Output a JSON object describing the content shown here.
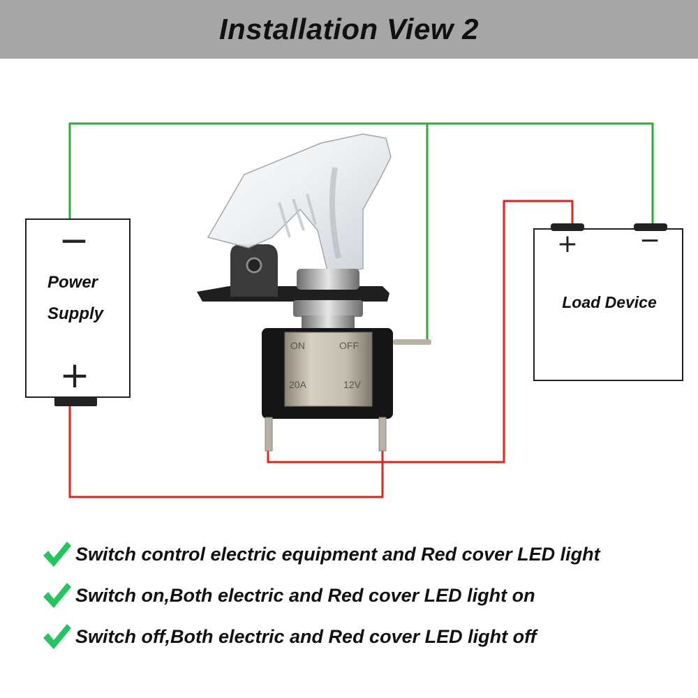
{
  "header": {
    "title": "Installation View 2"
  },
  "power_supply": {
    "minus": "−",
    "label_line1": "Power",
    "label_line2": "Supply",
    "plus": "+"
  },
  "load_device": {
    "plus": "+",
    "minus": "−",
    "label": "Load Device"
  },
  "switch": {
    "on_label": "ON",
    "off_label": "OFF",
    "amp_label": "20A",
    "volt_label": "12V"
  },
  "bullets": [
    "Switch control electric equipment and Red cover LED light",
    "Switch on,Both electric and Red cover LED light on",
    "Switch off,Both electric and Red cover LED light off"
  ],
  "colors": {
    "banner": "#a6a6a6",
    "positive_wire": "#e2231a",
    "negative_wire": "#2eaa3a",
    "check": "#22c55e"
  },
  "icons": {
    "bullet": "checkmark-icon"
  }
}
